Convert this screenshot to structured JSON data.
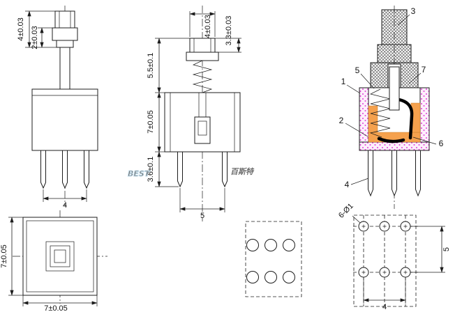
{
  "drawing": {
    "watermark": {
      "latin": "BEST",
      "cjk": "百斯特"
    },
    "colors": {
      "line": "#1c1c1c",
      "magenta": "#e03ed8",
      "orange": "#f5a14d",
      "watermark": "#b7d7ea"
    },
    "front_view": {
      "dim_plunger_height": "4±0.03",
      "dim_cap_height": "2±0.03",
      "dim_pin_span": "4"
    },
    "section_view": {
      "dim_plunger_width": "4±0.03",
      "dim_cap_width": "3.3±0.03",
      "dim_free_height": "5.5±0.1",
      "dim_body_height": "7±0.05",
      "dim_pin_length": "3.6±0.1",
      "dim_pin_span": "5"
    },
    "cutaway_view": {
      "callouts": {
        "c1": "1",
        "c2": "2",
        "c3": "3",
        "c4": "4",
        "c5": "5",
        "c6": "6",
        "c7": "7"
      }
    },
    "bottom_view": {
      "dim_height": "7±0.05",
      "dim_width": "7±0.05"
    },
    "pad_view": {
      "dim_holes": "6-Ø1",
      "dim_row_pitch": "5",
      "dim_col_pitch": "4"
    }
  }
}
